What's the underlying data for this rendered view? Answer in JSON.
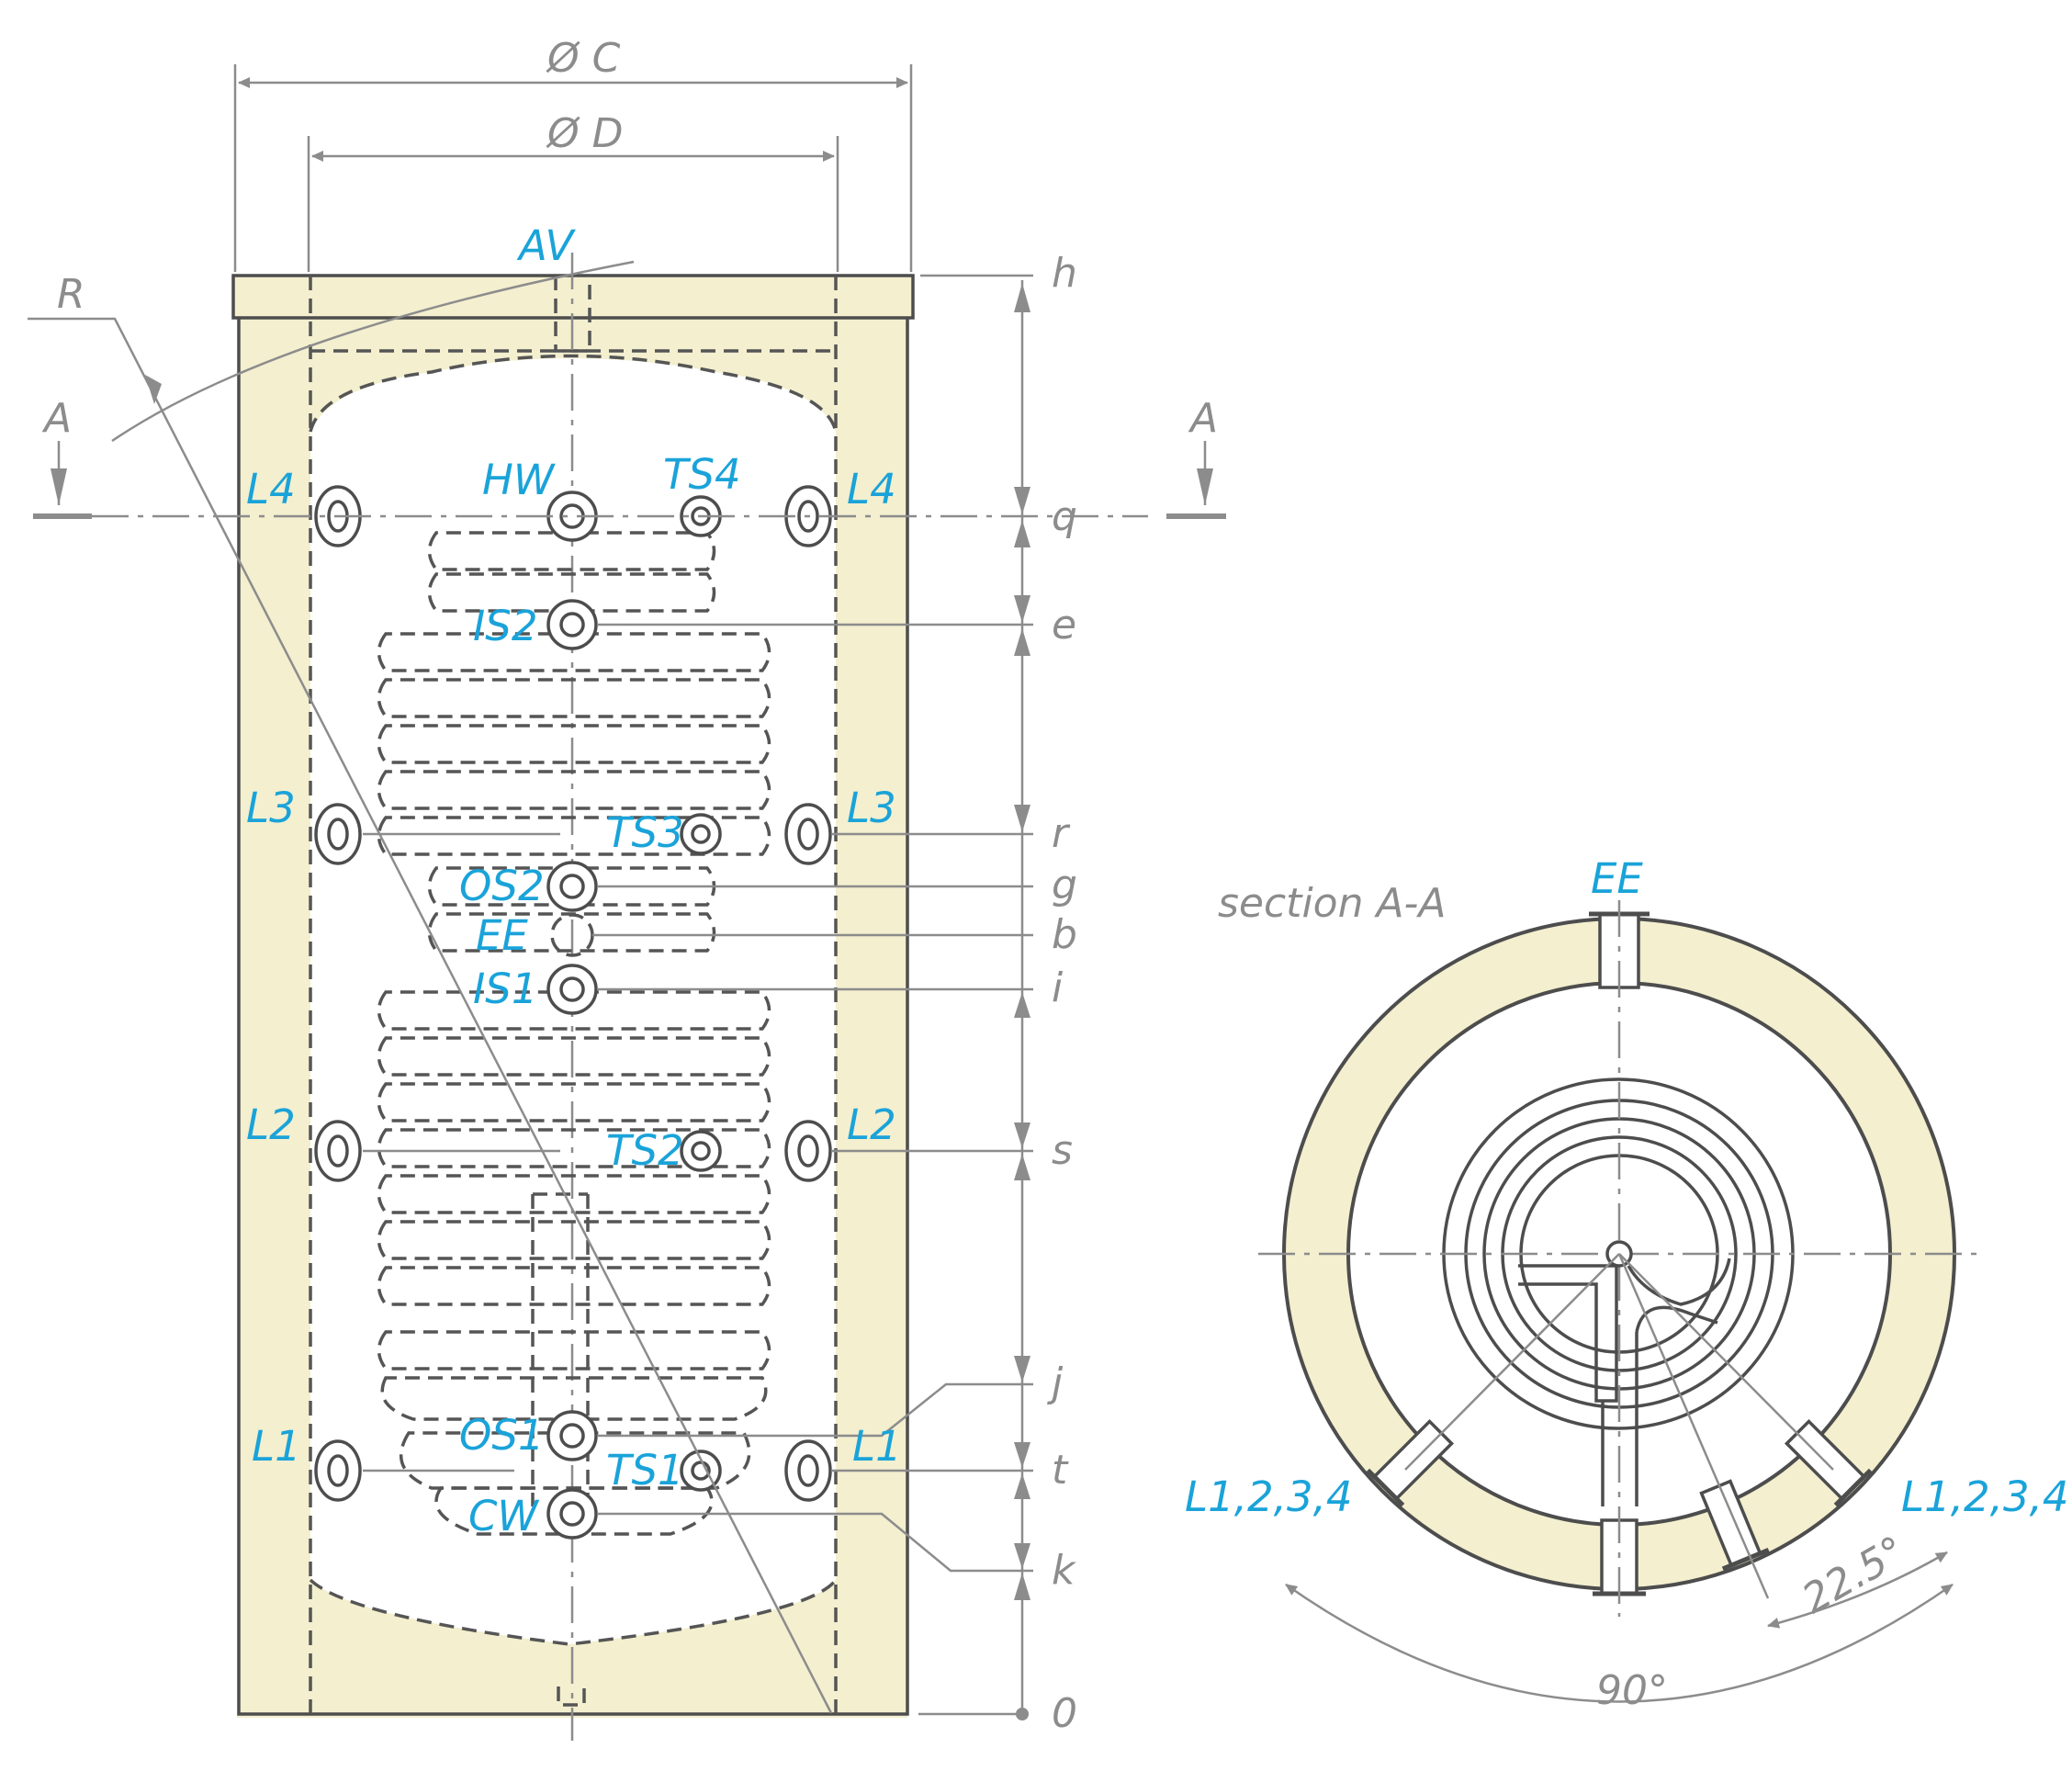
{
  "front_view": {
    "dims": {
      "outer_diameter": "Ø C",
      "inner_diameter": "Ø D"
    },
    "section_marks": [
      "A",
      "A"
    ],
    "radius_label": "R",
    "connections": {
      "av": "AV",
      "hw": "HW",
      "ts4": "TS4",
      "is2": "IS2",
      "ts3": "TS3",
      "os2": "OS2",
      "ee": "EE",
      "is1": "IS1",
      "ts2": "TS2",
      "os1": "OS1",
      "ts1": "TS1",
      "cw": "CW"
    },
    "side_ports": {
      "l4_left": "L4",
      "l4_right": "L4",
      "l3_left": "L3",
      "l3_right": "L3",
      "l2_left": "L2",
      "l2_right": "L2",
      "l1_left": "L1",
      "l1_right": "L1"
    },
    "height_marks": [
      "h",
      "q",
      "e",
      "r",
      "g",
      "b",
      "i",
      "s",
      "j",
      "t",
      "k",
      "0"
    ]
  },
  "section_view": {
    "title": "section A-A",
    "ee": "EE",
    "ports_left": "L1,2,3,4",
    "ports_right": "L1,2,3,4",
    "angle_small": "22.5°",
    "angle_large": "90°"
  },
  "colors": {
    "insulation": "#f3efcf",
    "label_blue": "#1aa3d9",
    "outline": "#4d4d4d",
    "dimension_gray": "#8c8c8c"
  }
}
